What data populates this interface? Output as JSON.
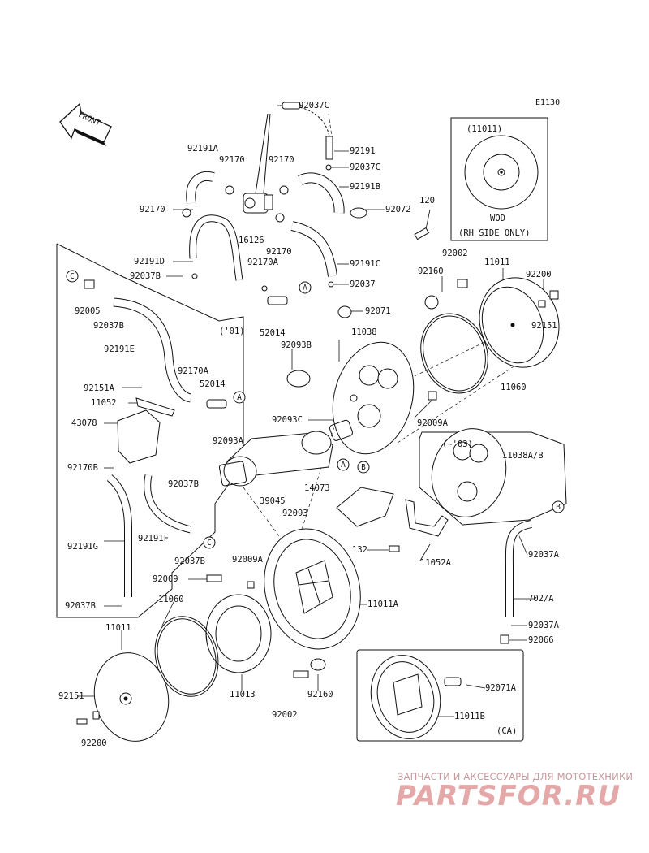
{
  "figure_code": "E1130",
  "front_label": "FRONT",
  "inset_wod": {
    "title": "(11011)",
    "lines": [
      "WOD",
      "(RH SIDE ONLY)"
    ]
  },
  "inset_01": {
    "title": "('01)"
  },
  "inset_03": {
    "title": "(~'03)"
  },
  "inset_ca": {
    "title": "(CA)"
  },
  "ref_letters": [
    "A",
    "B",
    "C"
  ],
  "parts": [
    "92037C",
    "E1130",
    "92191",
    "92191A",
    "92170",
    "92170",
    "92037C",
    "92191B",
    "120",
    "92170",
    "92072",
    "16126",
    "92191D",
    "92170",
    "92191C",
    "92002",
    "92037B",
    "92170A",
    "92037",
    "92160",
    "11011",
    "92200",
    "92005",
    "92037B",
    "52014",
    "92071",
    "92151",
    "92191E",
    "('01)",
    "92093B",
    "11038",
    "92170A",
    "52014",
    "92151A",
    "11052",
    "43078",
    "92093C",
    "92009A",
    "11060",
    "92093A",
    "11038A/B",
    "92170B",
    "14073",
    "39045",
    "92093",
    "92037B",
    "92191F",
    "92191G",
    "132",
    "11052A",
    "92037A",
    "92009A",
    "92037B",
    "92009",
    "702/A",
    "11060",
    "11011A",
    "92037A",
    "11011",
    "92066",
    "11013",
    "92160",
    "92071A",
    "92151",
    "11011B",
    "92002",
    "92200"
  ],
  "watermark": {
    "top_text": "ЗАПЧАСТИ И АКСЕССУАРЫ ДЛЯ МОТОТЕХНИКИ",
    "logo_text": "PARTSFOR.RU"
  },
  "colors": {
    "line": "#111111",
    "watermark": "#e5a8a8"
  }
}
